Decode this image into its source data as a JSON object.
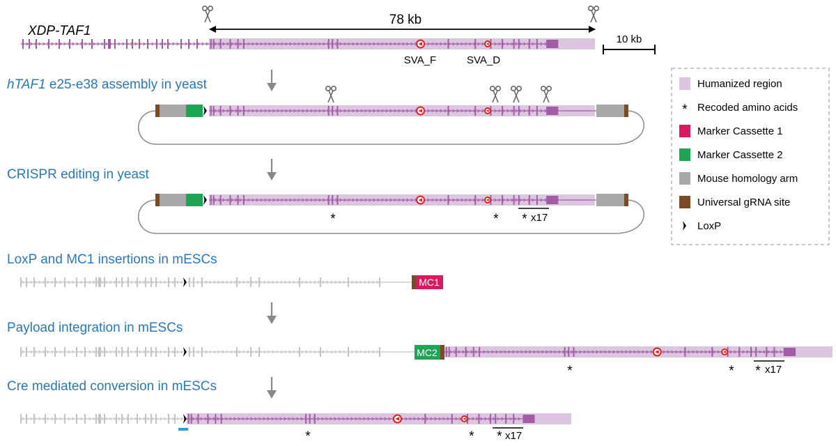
{
  "title": {
    "gene": "XDP-TAF1",
    "span": "78 kb",
    "scale": "10 kb",
    "sva_f": "SVA_F",
    "sva_d": "SVA_D"
  },
  "steps": [
    {
      "italic": "hTAF1",
      "rest": " e25-e38 assembly in yeast"
    },
    {
      "italic": "",
      "rest": "CRISPR editing in yeast"
    },
    {
      "italic": "",
      "rest": "LoxP and MC1 insertions in mESCs"
    },
    {
      "italic": "",
      "rest": "Payload integration in mESCs"
    },
    {
      "italic": "",
      "rest": "Cre mediated conversion in mESCs"
    }
  ],
  "labels": {
    "mc1": "MC1",
    "mc2": "MC2",
    "star": "*",
    "x17": "x17"
  },
  "legend": [
    {
      "label": "Humanized region",
      "color": "#dcc6df",
      "kind": "swatch"
    },
    {
      "label": "Recoded amino acids",
      "color": "#000000",
      "kind": "star"
    },
    {
      "label": "Marker Cassette 1",
      "color": "#d81b60",
      "kind": "swatch"
    },
    {
      "label": "Marker Cassette 2",
      "color": "#1fa454",
      "kind": "swatch"
    },
    {
      "label": "Mouse homology arm",
      "color": "#a9a9a9",
      "kind": "swatch"
    },
    {
      "label": "Universal gRNA site",
      "color": "#7a4b26",
      "kind": "swatch"
    },
    {
      "label": "LoxP",
      "color": "#000000",
      "kind": "loxp"
    }
  ],
  "colors": {
    "humanized": "#dcc6df",
    "gene": "#a25ca6",
    "mouse_gene": "#c4c4c4",
    "sva": "#e02020",
    "step": "#2b78b7",
    "arrow": "#888888"
  }
}
